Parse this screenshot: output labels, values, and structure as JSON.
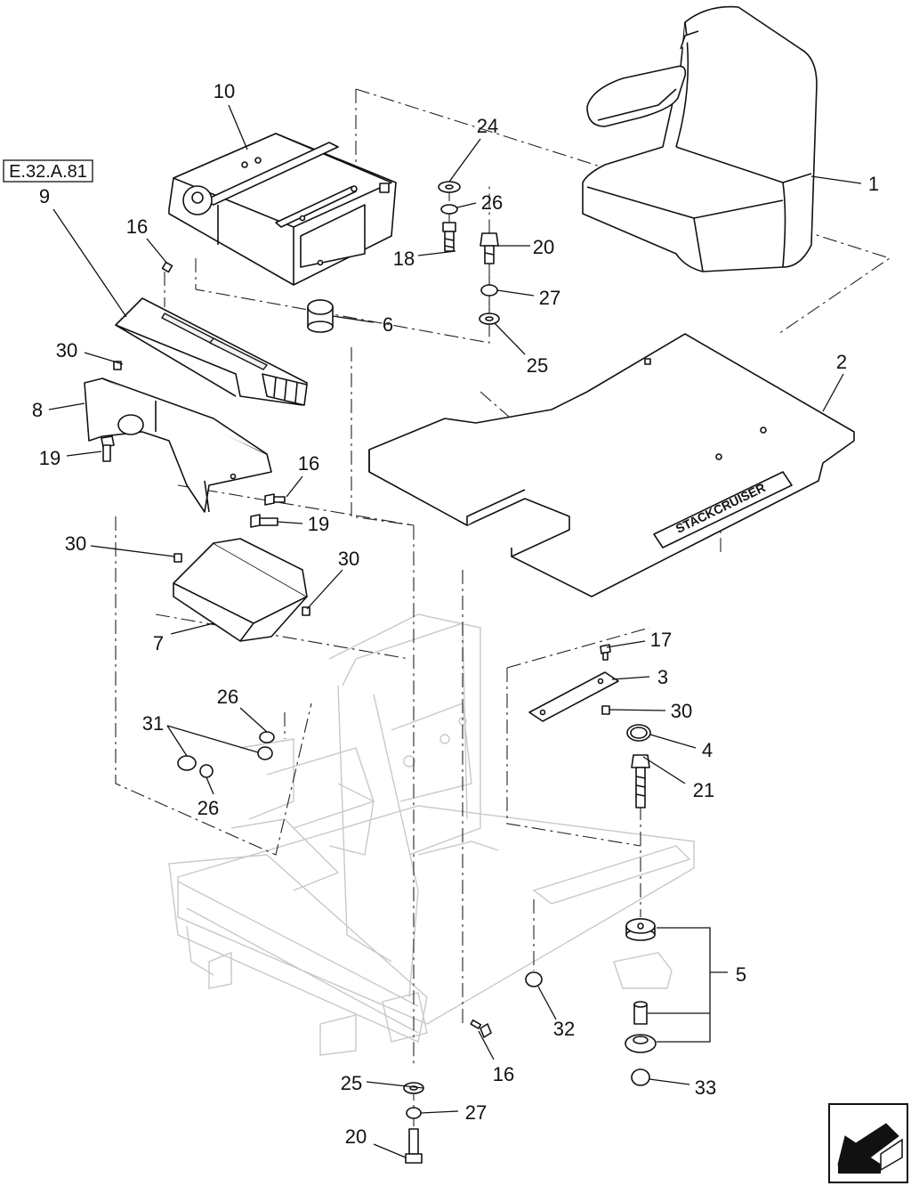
{
  "reference_box": "E.32.A.81",
  "decal_text": "STACKCRUISER",
  "callouts": {
    "c1": "1",
    "c2": "2",
    "c3": "3",
    "c4": "4",
    "c5": "5",
    "c6": "6",
    "c7": "7",
    "c8": "8",
    "c9": "9",
    "c10": "10",
    "c16a": "16",
    "c16b": "16",
    "c16c": "16",
    "c17": "17",
    "c18": "18",
    "c19a": "19",
    "c19b": "19",
    "c20a": "20",
    "c20b": "20",
    "c21": "21",
    "c24": "24",
    "c25a": "25",
    "c25b": "25",
    "c26a": "26",
    "c26b": "26",
    "c26c": "26",
    "c27a": "27",
    "c27b": "27",
    "c30a": "30",
    "c30b": "30",
    "c30c": "30",
    "c30d": "30",
    "c31": "31",
    "c32": "32",
    "c33": "33"
  },
  "navigation_icon": "previous-page-arrow-icon",
  "colors": {
    "line": "#111111",
    "frame_ghost": "#c8c8c8",
    "background": "#ffffff"
  }
}
